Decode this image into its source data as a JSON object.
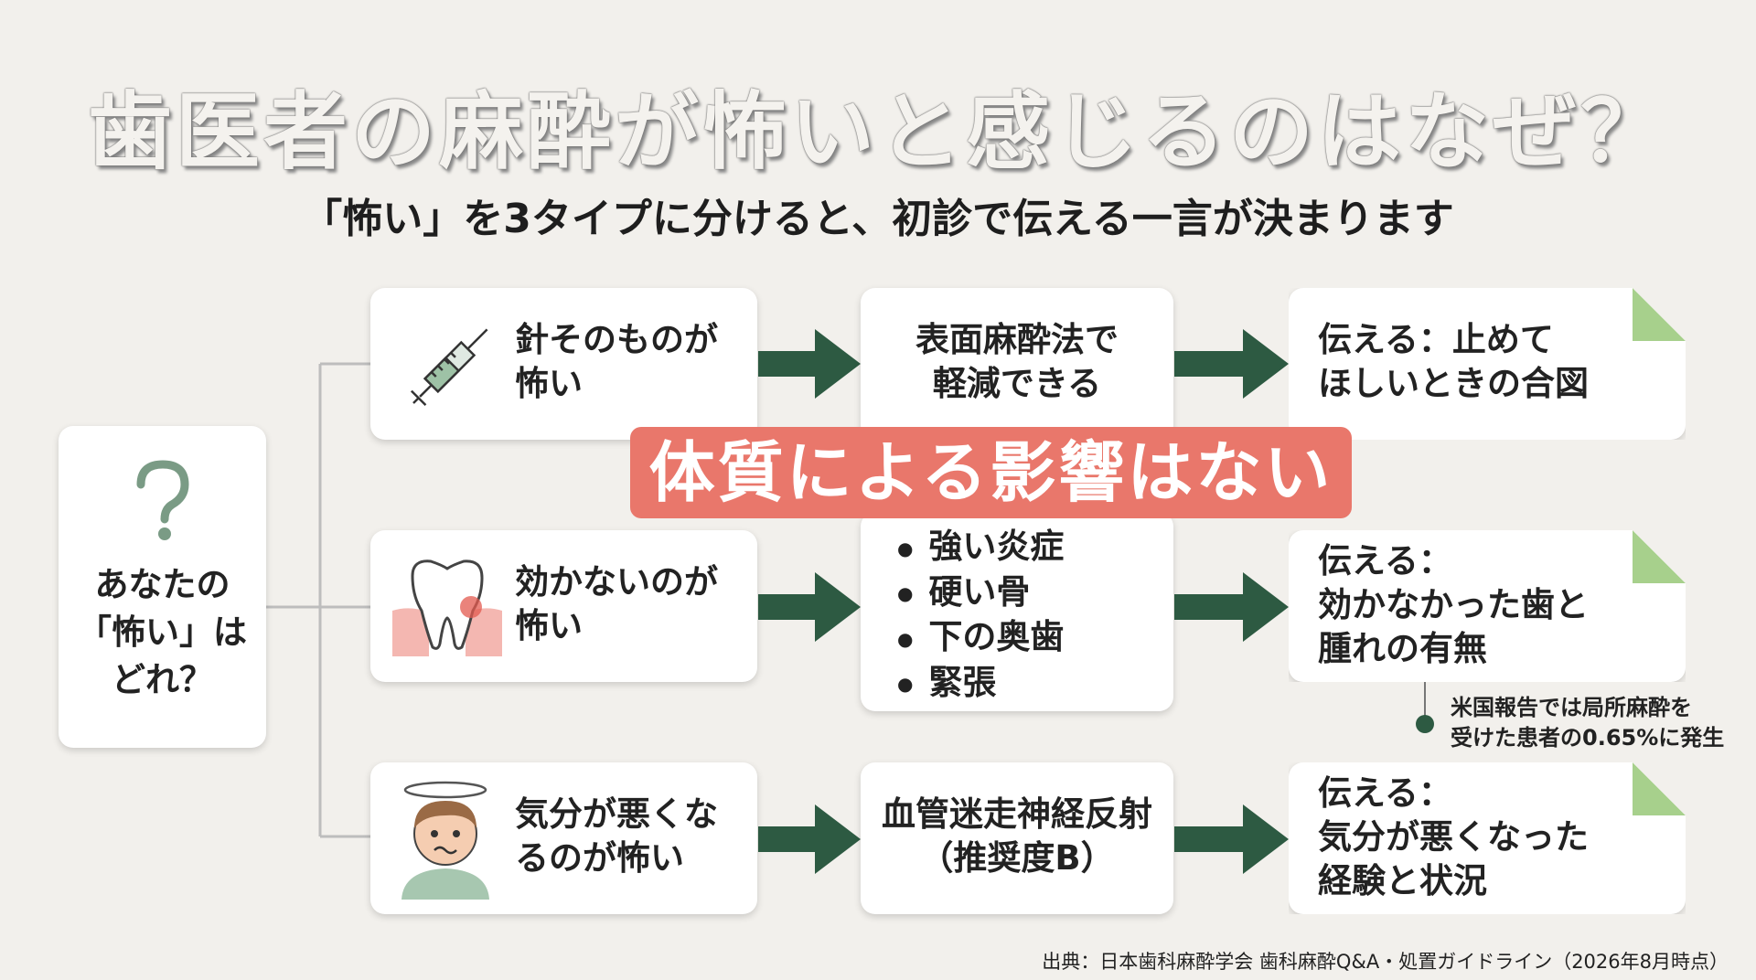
{
  "title": "歯医者の麻酔が怖いと感じるのはなぜ？",
  "subtitle": "「怖い」を3タイプに分けると、初診で伝える一言が決まります",
  "question_box": {
    "line1": "あなたの",
    "line2": "「怖い」は",
    "line3": "どれ？"
  },
  "rows": [
    {
      "fear": [
        "針そのものが",
        "怖い"
      ],
      "middle": [
        "表面麻酔法で",
        "軽減できる"
      ],
      "tell": [
        "伝える：止めて",
        "ほしいときの合図"
      ]
    },
    {
      "fear": [
        "効かないのが",
        "怖い"
      ],
      "bullets": [
        "強い炎症",
        "硬い骨",
        "下の奥歯",
        "緊張"
      ],
      "tell": [
        "伝える：",
        "効かなかった歯と",
        "腫れの有無"
      ]
    },
    {
      "fear": [
        "気分が悪くな",
        "るのが怖い"
      ],
      "middle": [
        "血管迷走神経反射",
        "（推奨度B）"
      ],
      "tell": [
        "伝える：",
        "気分が悪くなった",
        "経験と状況"
      ]
    }
  ],
  "banner": "体質による影響はない",
  "footnote": [
    "米国報告では局所麻酔を",
    "受けた患者の0.65%に発生"
  ],
  "source": "出典：日本歯科麻酔学会 歯科麻酔Q&A・処置ガイドライン（2026年8月時点）",
  "colors": {
    "arrow": "#2d5a42",
    "banner": "#e9776b",
    "fold": "#a7d08c",
    "connector": "#bdbdbd"
  },
  "icons": [
    "question-mark-icon",
    "syringe-icon",
    "tooth-icon",
    "dizzy-person-icon"
  ]
}
